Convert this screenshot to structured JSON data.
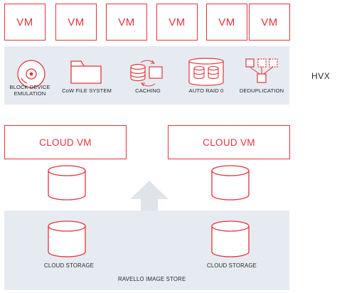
{
  "vms": [
    "VM",
    "VM",
    "VM",
    "VM",
    "VM",
    "VM"
  ],
  "hvx": {
    "label": "HVX",
    "features": [
      {
        "icon": "disc-icon",
        "label_lines": [
          "BLOCK DEVICE",
          "EMULATION"
        ]
      },
      {
        "icon": "folder-icon",
        "label_lines": [
          "CoW FILE SYSTEM"
        ]
      },
      {
        "icon": "caching-icon",
        "label_lines": [
          "CACHING"
        ]
      },
      {
        "icon": "raid-disks-icon",
        "label_lines": [
          "AUTO RAID 0"
        ]
      },
      {
        "icon": "deduplication-icon",
        "label_lines": [
          "DEDUPLICATION"
        ]
      }
    ]
  },
  "cloud_vms": [
    "CLOUD VM",
    "CLOUD VM"
  ],
  "image_store": {
    "label": "RAVELLO IMAGE STORE",
    "storages": [
      "CLOUD STORAGE",
      "CLOUD STORAGE"
    ]
  },
  "colors": {
    "accent": "#e4343e",
    "panel": "#e6ebf1",
    "text": "#222a35",
    "arrow": "#dfe4eb"
  }
}
